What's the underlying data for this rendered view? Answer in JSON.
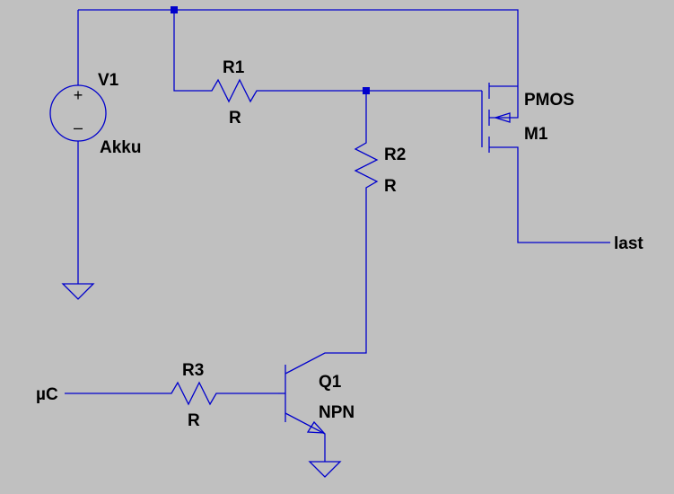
{
  "colors": {
    "background": "#c0c0c0",
    "wire": "#0000cc",
    "text": "#000000"
  },
  "components": {
    "v1": {
      "ref": "V1",
      "value": "Akku",
      "plus": "+",
      "minus": "–"
    },
    "r1": {
      "ref": "R1",
      "value": "R"
    },
    "r2": {
      "ref": "R2",
      "value": "R"
    },
    "r3": {
      "ref": "R3",
      "value": "R"
    },
    "m1": {
      "ref": "M1",
      "value": "PMOS"
    },
    "q1": {
      "ref": "Q1",
      "value": "NPN"
    }
  },
  "nets": {
    "load": "last",
    "input": "µC"
  }
}
